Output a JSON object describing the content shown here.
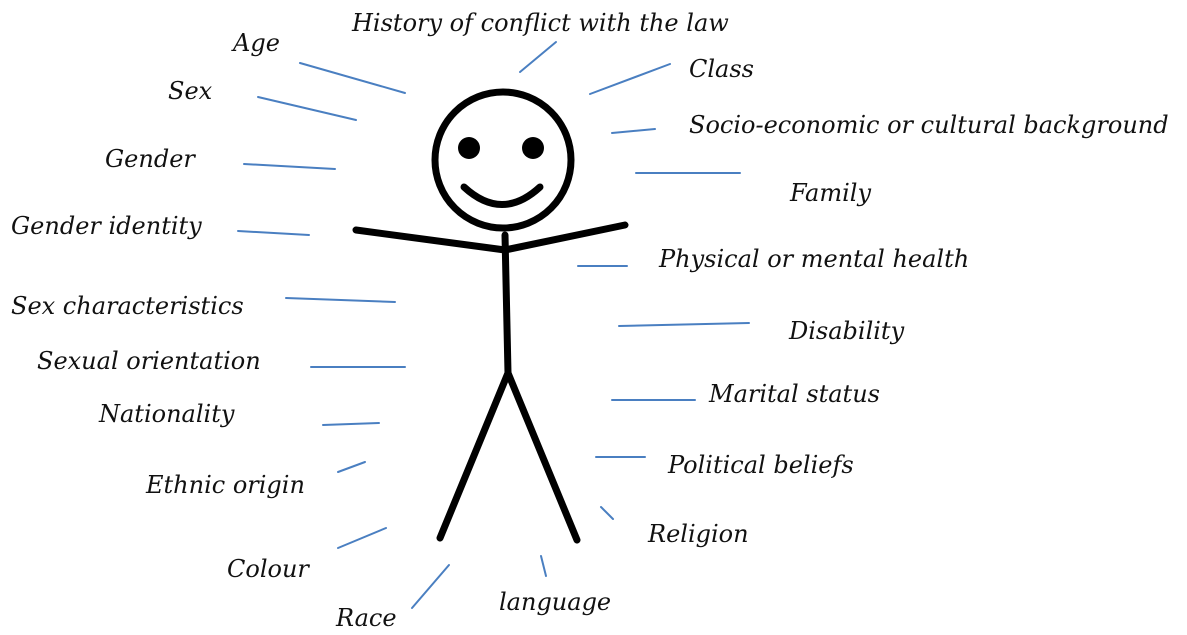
{
  "figure": {
    "stroke_color": "#000000",
    "connector_color": "#4a7fc1"
  },
  "labels": {
    "history": "History of conflict with the law",
    "age": "Age",
    "class": "Class",
    "sex": "Sex",
    "socio": "Socio-economic or cultural background",
    "gender": "Gender",
    "family": "Family",
    "gender_identity": "Gender identity",
    "health": "Physical or mental health",
    "sex_characteristics": "Sex characteristics",
    "disability": "Disability",
    "sexual_orientation": "Sexual orientation",
    "marital": "Marital status",
    "nationality": "Nationality",
    "political": "Political beliefs",
    "ethnic": "Ethnic origin",
    "religion": "Religion",
    "colour": "Colour",
    "language": "language",
    "race": "Race"
  }
}
